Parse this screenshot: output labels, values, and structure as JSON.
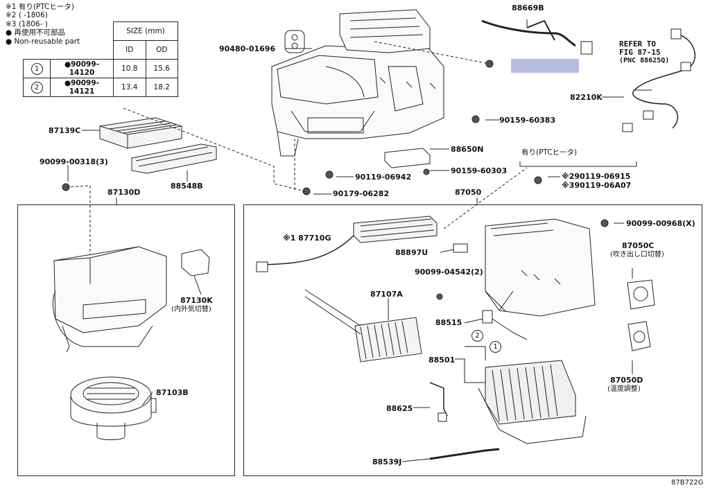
{
  "notes": {
    "n1": "※1 有り(PTCヒータ)",
    "n2": "※2 (      -1806)",
    "n3": "※3 (1806-      )",
    "n4": "● 再使用不可部品",
    "n5": "● Non-reusable part"
  },
  "size_table": {
    "header": "SIZE (mm)",
    "col_id": "ID",
    "col_od": "OD",
    "rows": [
      {
        "mark": "1",
        "part": "●90099-14120",
        "id": "10.8",
        "od": "15.6"
      },
      {
        "mark": "2",
        "part": "●90099-14121",
        "id": "13.4",
        "od": "18.2"
      }
    ]
  },
  "refer": {
    "line1": "REFER TO",
    "line2": "FIG 87-15",
    "line3": "(PNC 88625Q)"
  },
  "ptc_label": "有り(PTCヒータ)",
  "labels": {
    "p88669b": "88669B",
    "p90480": "90480-01696",
    "p82210k": "82210K",
    "p90159a": "90159-60383",
    "p87139c": "87139C",
    "p88650n": "88650N",
    "p90099_318": "90099-00318(3)",
    "p90119_942": "90119-06942",
    "p90159b": "90159-60303",
    "p88548b": "88548B",
    "p90179": "90179-06282",
    "p87130d": "87130D",
    "p87050": "87050",
    "p90119_915": "※290119-06915",
    "p90119_a07": "※390119-06A07",
    "p90099_968": "90099-00968(X)",
    "p87710g": "※1 87710G",
    "p88897u": "88897U",
    "p87050c": "87050C",
    "p87050c_sub": "(吹き出し口切替)",
    "p90099_542": "90099-04542(2)",
    "p87130k": "87130K",
    "p87130k_sub": "(内外気切替)",
    "p87107a": "87107A",
    "p88515": "88515",
    "p88501": "88501",
    "p87050d": "87050D",
    "p87050d_sub": "(温度調整)",
    "p87103b": "87103B",
    "p88625": "88625",
    "p88539j": "88539J",
    "mark1": "1",
    "mark2": "2",
    "figcode": "87B722G"
  },
  "colors": {
    "highlight": "#b7bddf",
    "line": "#222222"
  }
}
